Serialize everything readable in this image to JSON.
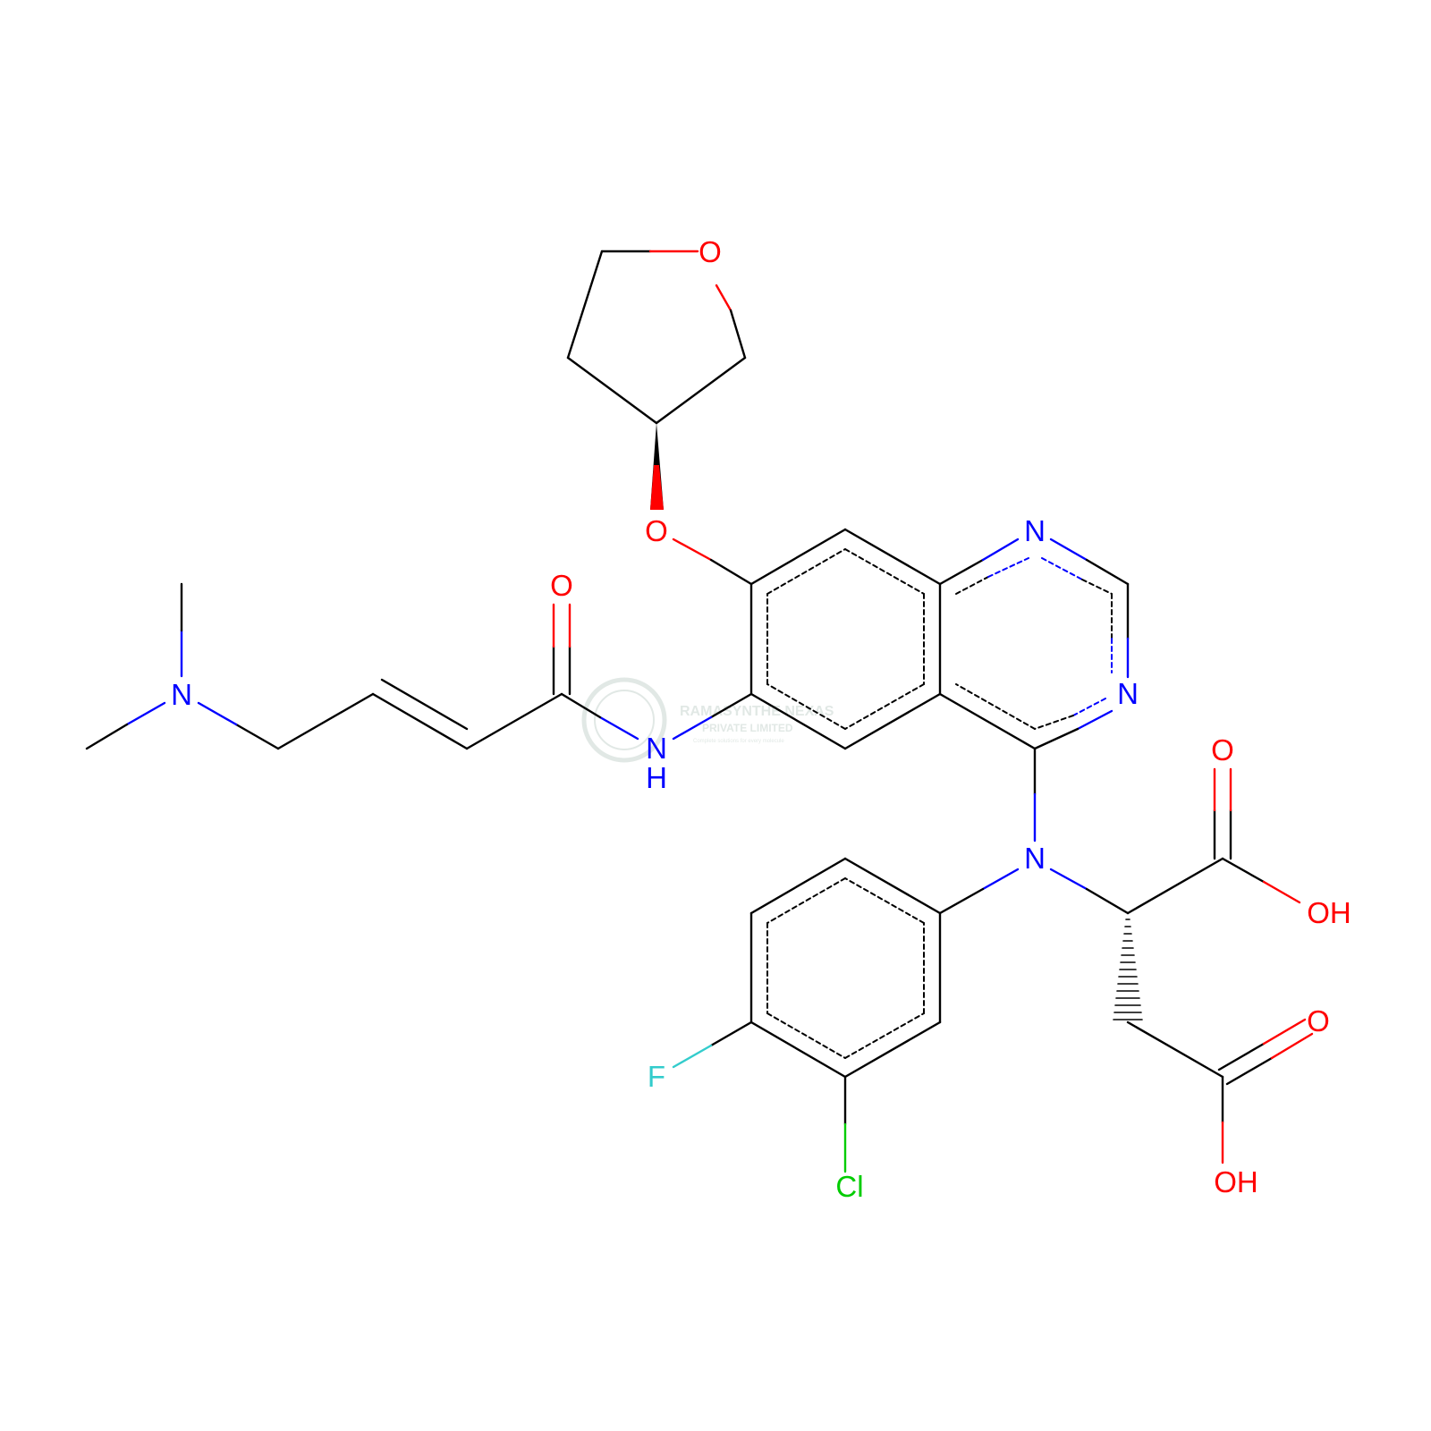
{
  "colors": {
    "bond": "#000000",
    "nitrogen": "#0000ff",
    "oxygen": "#ff0000",
    "fluorine": "#33cccc",
    "chlorine": "#00cc00",
    "watermark": "#c9d6d0"
  },
  "atoms": {
    "o_thf": "O",
    "o_ether": "O",
    "o_amide": "O",
    "n_dimethyl": "N",
    "n_amide": "N",
    "h_amide": "H",
    "n1_quin": "N",
    "n3_quin": "N",
    "n_aniline": "N",
    "o_acid1_dbl": "O",
    "oh_acid1": "OH",
    "o_acid2_dbl": "O",
    "oh_acid2": "OH",
    "f": "F",
    "cl": "Cl"
  },
  "watermark": {
    "title": "RAMASYNTHE NEXAS",
    "subtitle": "PRIVATE LIMITED",
    "tagline": "Complete solutions for every molecule"
  }
}
